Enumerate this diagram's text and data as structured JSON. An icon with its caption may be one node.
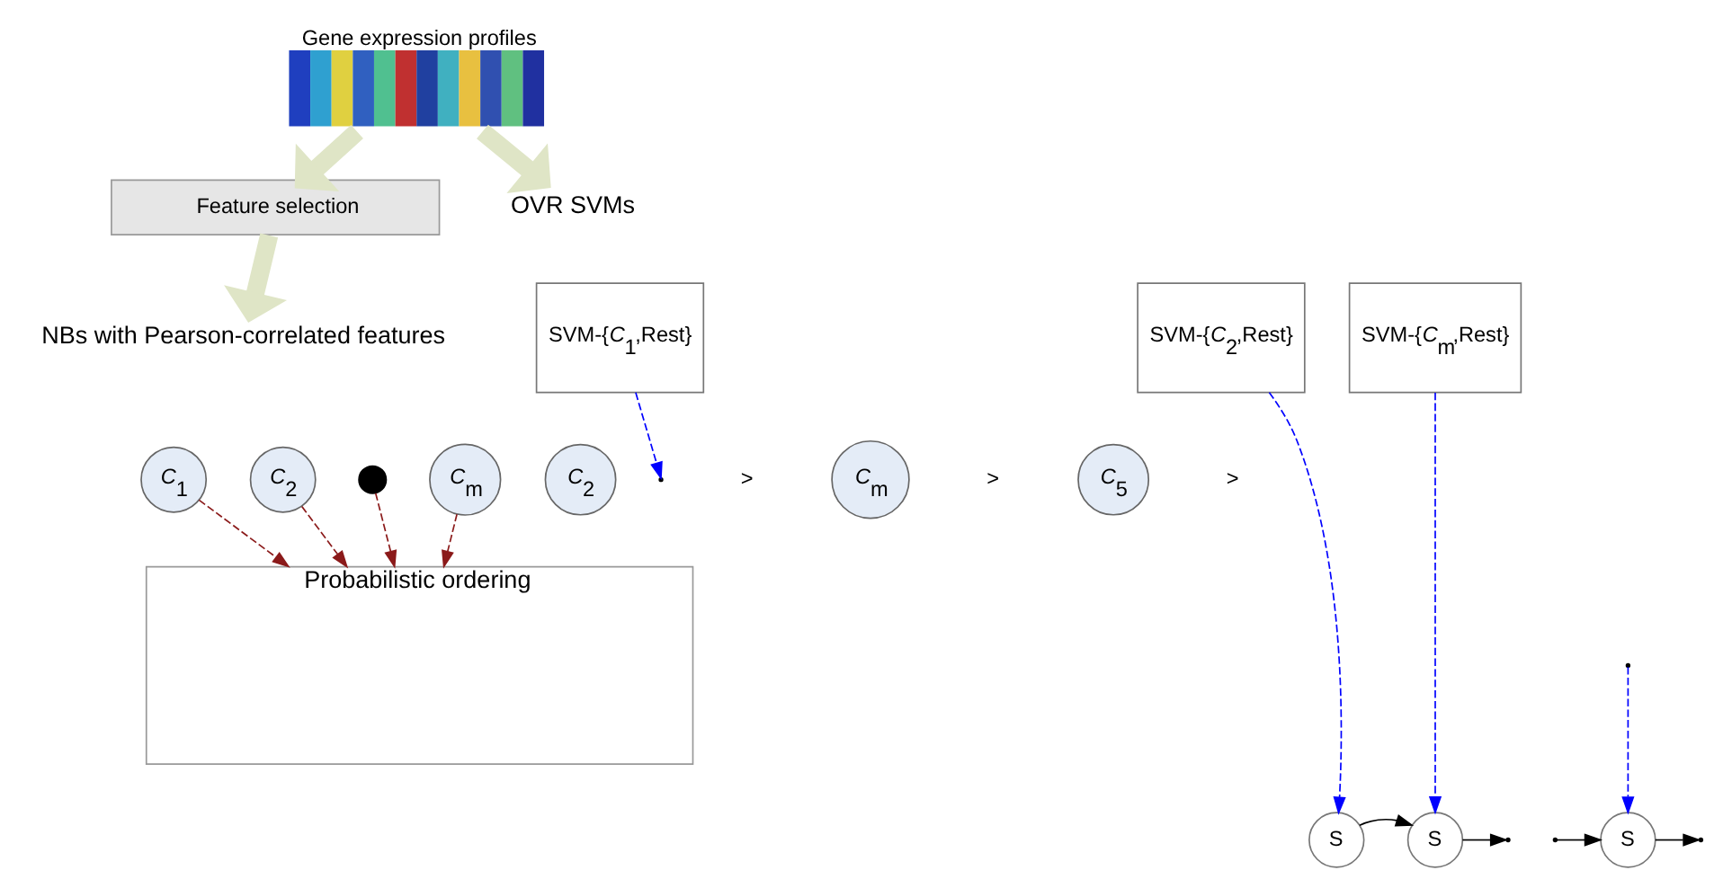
{
  "diagram": {
    "nodes": [
      {
        "text": [
          "Gene expression profiles"
        ]
      },
      {
        "text": [
          "Feature selection"
        ]
      },
      {
        "text": [
          "NBs with Pearson-correlated features"
        ]
      },
      {
        "text": [
          "*C*$_{1}$"
        ]
      },
      {
        "text": [
          "*C*$_{2}$"
        ]
      },
      {
        "text": [],
        "shape": "circle"
      },
      {
        "text": [
          "*C*$_{m}$"
        ]
      },
      {
        "text": [
          "OVR SVMs"
        ]
      },
      {
        "text": [
          "SVM-{*C*$_{1}$,Rest}"
        ]
      },
      {
        "text": [
          "SVM-{*C*$_{2}$,Rest}"
        ]
      },
      {
        "text": [
          "SVM-{*C*$_{m}$,Rest}"
        ]
      },
      {
        "text": [
          "Probabilistic ordering"
        ]
      },
      {
        "text": [
          "*C*$_{2}$"
        ]
      },
      {
        "text": [
          "*C*$_{m}$"
        ]
      },
      {
        "text": [
          "*C*$_{5}$"
        ]
      },
      {
        "text": [
          "S"
        ]
      },
      {
        "text": [
          "S"
        ]
      },
      {
        "text": [
          "S"
        ]
      }
    ],
    "edges": [
      {
        "from": 0,
        "to": 1,
        "arrow": "to",
        "style": "thick",
        "color": "#dfe5c6"
      },
      {
        "from": 1,
        "to": 2,
        "arrow": "to",
        "style": "thick",
        "color": "#dfe5c6"
      },
      {
        "from": 0,
        "to": 7,
        "arrow": "to",
        "style": "thick",
        "color": "#dfe5c6"
      },
      {
        "from": 3,
        "to": 11,
        "arrow": "to",
        "style": "dashed",
        "color": "#8b1a1a"
      },
      {
        "from": 4,
        "to": 11,
        "arrow": "to",
        "style": "dashed",
        "color": "#8b1a1a"
      },
      {
        "from": 5,
        "to": 11,
        "arrow": "to",
        "style": "dashed",
        "color": "#8b1a1a"
      },
      {
        "from": 6,
        "to": 11,
        "arrow": "to",
        "style": "dashed",
        "color": "#8b1a1a"
      },
      {
        "from": 8,
        "to": null,
        "arrow": "to",
        "style": "dashed",
        "color": "#0000ff"
      },
      {
        "from": 9,
        "to": 15,
        "arrow": "to",
        "style": "dashed",
        "color": "#0000ff"
      },
      {
        "from": 10,
        "to": 16,
        "arrow": "to",
        "style": "dashed",
        "color": "#0000ff"
      },
      {
        "from": null,
        "to": 17,
        "arrow": "to",
        "style": "dashed",
        "color": "#0000ff"
      },
      {
        "from": 15,
        "to": 16,
        "arrow": "to",
        "color": "#000000"
      },
      {
        "from": 16,
        "to": null,
        "arrow": "to",
        "color": "#000000"
      },
      {
        "from": 17,
        "to": null,
        "arrow": "to",
        "color": "#000000"
      },
      {
        "from": null,
        "to": 17,
        "arrow": "to",
        "color": "#000000"
      }
    ],
    "labels": [
      ">",
      ">",
      ">"
    ]
  }
}
